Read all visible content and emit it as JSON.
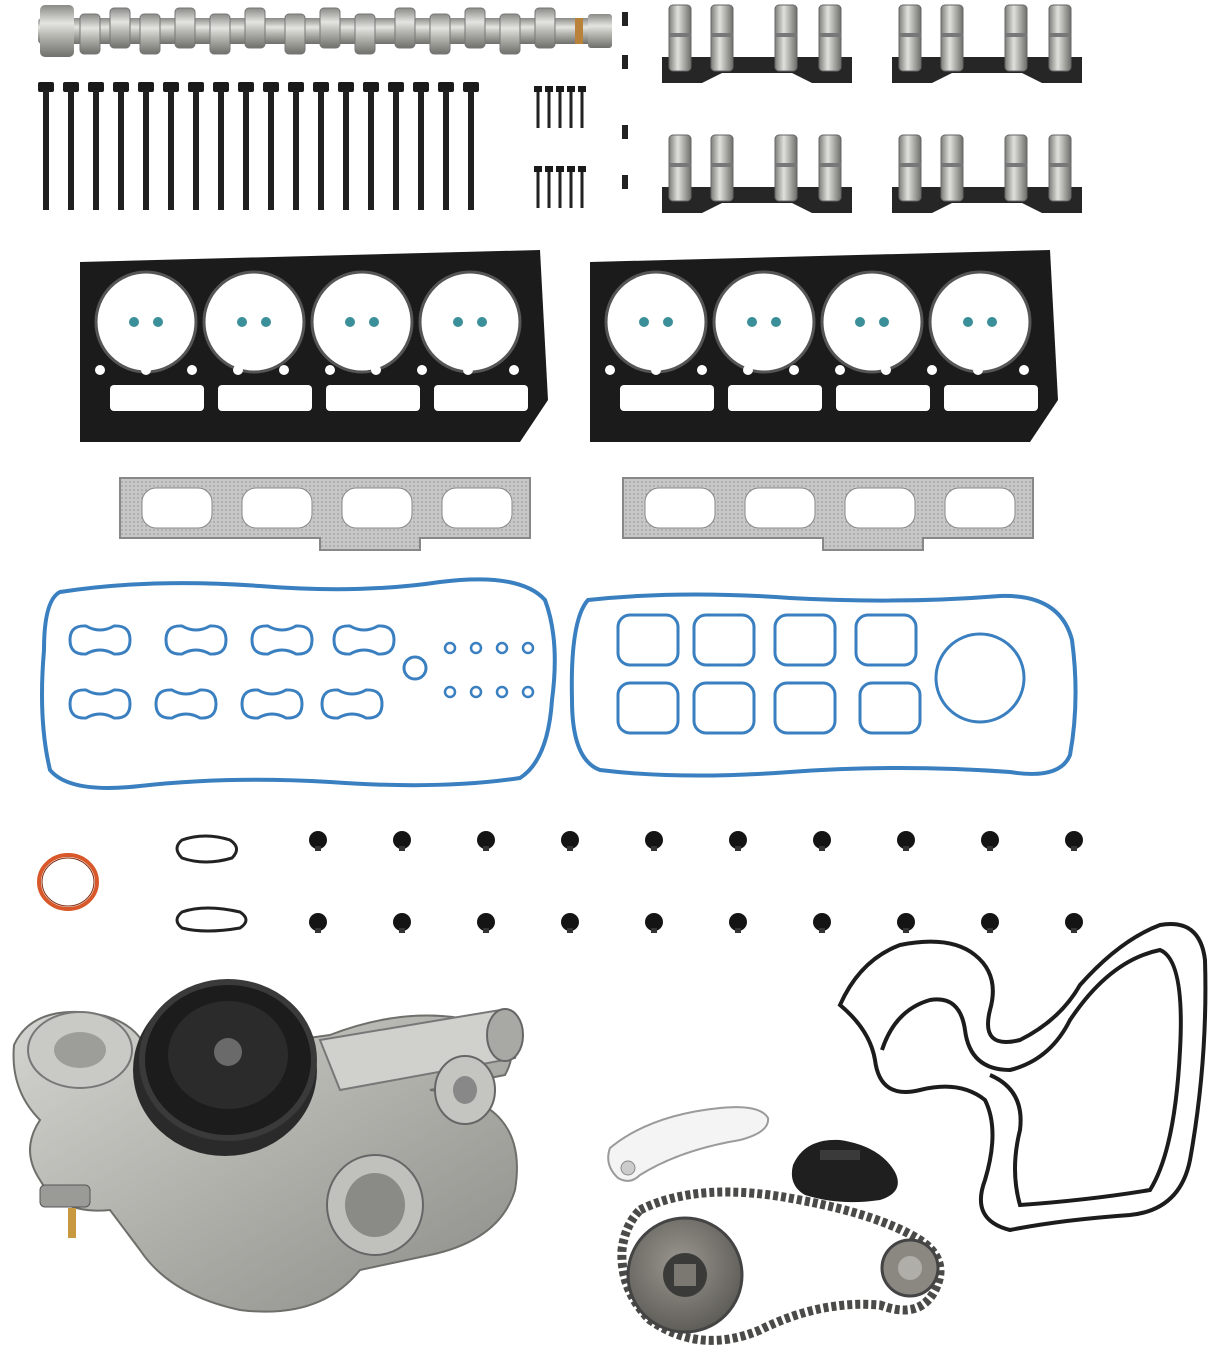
{
  "scene": {
    "background": "#ffffff",
    "parts": [
      {
        "id": "camshaft",
        "icon": "camshaft-icon"
      },
      {
        "id": "lifter-trays",
        "icon": "lifter-tray-icon",
        "count": 4,
        "lifters_per_tray": 4
      },
      {
        "id": "head-bolts",
        "icon": "bolt-icon",
        "count": 18
      },
      {
        "id": "small-bolts",
        "icon": "small-bolt-icon",
        "count": 10
      },
      {
        "id": "head-gaskets",
        "icon": "head-gasket-icon",
        "count": 2
      },
      {
        "id": "exhaust-manifold-gaskets",
        "icon": "exhaust-gasket-icon",
        "count": 2
      },
      {
        "id": "valve-cover-gaskets",
        "icon": "valve-cover-gasket-icon",
        "count": 2
      },
      {
        "id": "valve-stem-seals",
        "icon": "valve-seal-icon",
        "count": 20
      },
      {
        "id": "orange-o-ring",
        "icon": "o-ring-icon",
        "count": 1
      },
      {
        "id": "small-gaskets",
        "icon": "small-gasket-icon",
        "count": 2
      },
      {
        "id": "water-pump",
        "icon": "water-pump-icon",
        "count": 1
      },
      {
        "id": "timing-cover-gasket",
        "icon": "timing-cover-gasket-icon",
        "count": 1
      },
      {
        "id": "chain-guide",
        "icon": "chain-guide-icon",
        "count": 1
      },
      {
        "id": "chain-tensioner",
        "icon": "tensioner-icon",
        "count": 1
      },
      {
        "id": "timing-chain-sprockets",
        "icon": "timing-chain-icon",
        "count": 1
      }
    ],
    "colors": {
      "steel": "#b9b9b4",
      "black": "#1a1a1a",
      "gasket_blue": "#3a7fc0",
      "seal_teal": "#3a8f98",
      "orange_ring": "#d9582a",
      "exhaust_gasket": "#c9c9c9",
      "chain_guide": "#f2f2f2"
    }
  }
}
